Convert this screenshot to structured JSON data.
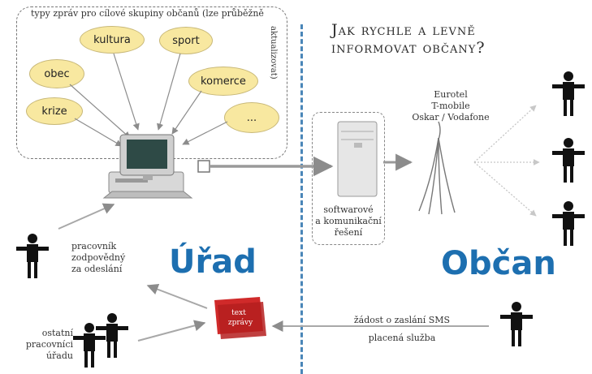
{
  "topics_box": {
    "title": "typy zpráv pro cílové skupiny občanů (lze průběžně",
    "side_label": "aktualizovat)",
    "topics": [
      "kultura",
      "sport",
      "obec",
      "komerce",
      "krize",
      "..."
    ]
  },
  "headline": {
    "line1": "Jak rychle a levně",
    "line2": "informovat občany?"
  },
  "operators": {
    "line1": "Eurotel",
    "line2": "T-mobile",
    "line3": "Oskar / Vodafone"
  },
  "software": {
    "line1": "softwarové",
    "line2": "a komunikační",
    "line3": "řešení"
  },
  "office_title": "Úřad",
  "citizen_title": "Občan",
  "responsible_worker": {
    "line1": "pracovník",
    "line2": "zodpovědný",
    "line3": "za odeslání"
  },
  "other_workers": {
    "line1": "ostatní",
    "line2": "pracovníci",
    "line3": "úřadu"
  },
  "message_text": {
    "line1": "text",
    "line2": "zprávy"
  },
  "sms_request": {
    "line1": "žádost o zaslání SMS",
    "line2": "placená služba"
  },
  "colors": {
    "accent_blue": "#1d6fb0",
    "divider_blue": "#4a86b8",
    "bubble_fill": "#f8e8a0",
    "arrow_gray": "#9a9a9a",
    "stamp_red": "#d02a2a"
  }
}
